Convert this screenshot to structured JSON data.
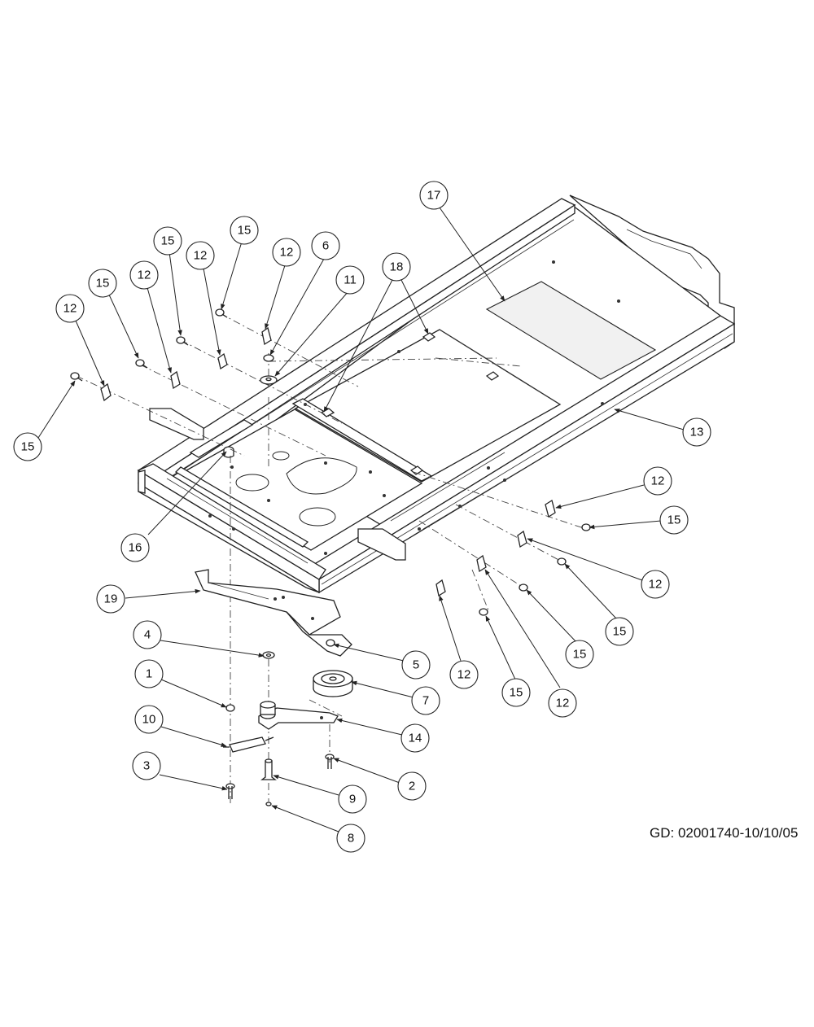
{
  "diagram_id": "GD: 02001740-10/10/05",
  "callouts": [
    "1",
    "2",
    "3",
    "4",
    "5",
    "6",
    "7",
    "8",
    "9",
    "10",
    "11",
    "12",
    "13",
    "14",
    "15",
    "16",
    "17",
    "18",
    "19"
  ]
}
